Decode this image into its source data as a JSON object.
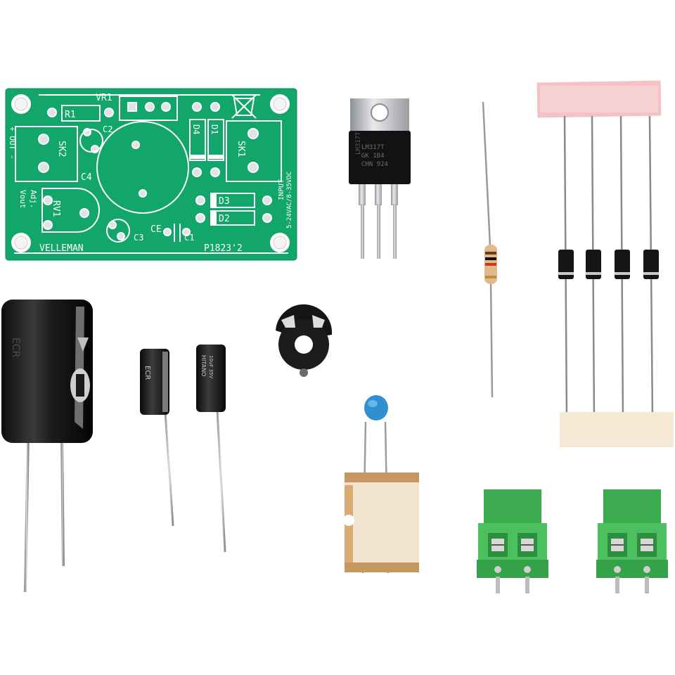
{
  "photo": {
    "background": "#ffffff",
    "pcb_color": "#12a66a",
    "silkscreen_color": "#ffffff"
  },
  "pcb": {
    "labels": {
      "vr1": "VR1",
      "r1": "R1",
      "c2": "C2",
      "sk2": "SK2",
      "c4": "C4",
      "d4": "D4",
      "d1": "D1",
      "sk1": "SK1",
      "rv1": "RV1",
      "d3": "D3",
      "d2": "D2",
      "c3": "C3",
      "c1": "C1",
      "ce": "CE",
      "out": "+ OUT -",
      "vout": "Vout",
      "adj": "Adj.",
      "input1": "INPUT",
      "input2": "5-24VAC/8-35VDC",
      "brand": "VELLEMAN",
      "model": "P1823'2"
    }
  },
  "regulator": {
    "marking1": "LM317T",
    "marking2": "GK 1B4",
    "marking3": "CHN 924"
  },
  "cap_small_1": {
    "marking": "ECR"
  },
  "cap_small_2": {
    "marking": "HITANO",
    "marking2": "10uF 35V"
  },
  "cap_large": {
    "marking": "ECR"
  },
  "icons": [
    "weee-bin-icon",
    "ce-mark-icon"
  ]
}
